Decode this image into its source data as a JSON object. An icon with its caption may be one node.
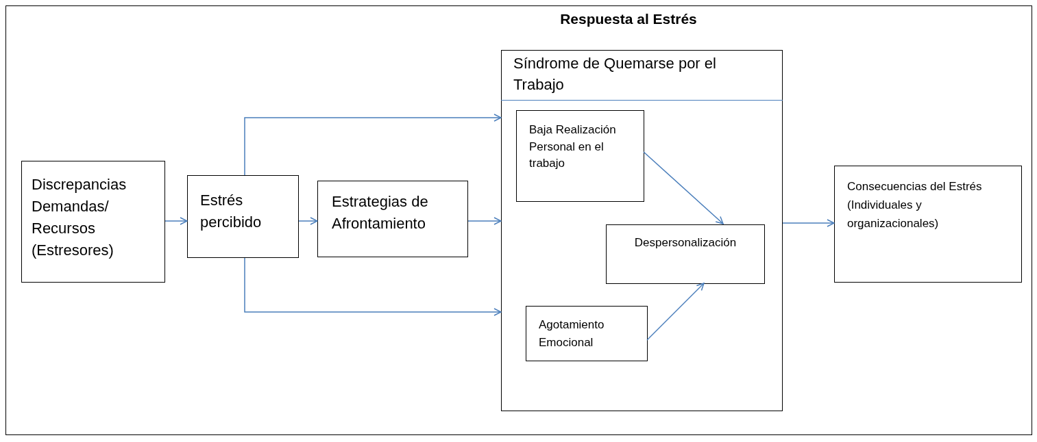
{
  "diagram": {
    "title": "Respuesta al Estrés",
    "nodes": [
      {
        "text": [
          "Discrepancias Demandas/ Recursos (Estresores)"
        ]
      },
      {
        "text": [
          "Estrés percibido"
        ]
      },
      {
        "text": [
          "Estrategias de Afrontamiento"
        ]
      },
      {
        "text": [
          "Síndrome de Quemarse por el Trabajo"
        ]
      },
      {
        "text": [
          "Baja Realización Personal en el trabajo"
        ],
        "in": 3
      },
      {
        "text": [
          "Despersonalización"
        ],
        "in": 3
      },
      {
        "text": [
          "Agotamiento Emocional"
        ],
        "in": 3
      },
      {
        "text": [
          "Consecuencias del Estrés (Individuales y organizacionales)"
        ]
      }
    ],
    "edges": [
      {
        "from": 0,
        "to": 1,
        "arrow": "to"
      },
      {
        "from": 1,
        "to": 2,
        "arrow": "to"
      },
      {
        "from": 2,
        "to": 3,
        "arrow": "to"
      },
      {
        "from": 1,
        "to": 3,
        "arrow": "to"
      },
      {
        "from": 1,
        "to": 3,
        "arrow": "to"
      },
      {
        "from": 4,
        "to": 5,
        "arrow": "to"
      },
      {
        "from": 6,
        "to": 5,
        "arrow": "to"
      },
      {
        "from": 3,
        "to": 7,
        "arrow": "to"
      }
    ]
  }
}
